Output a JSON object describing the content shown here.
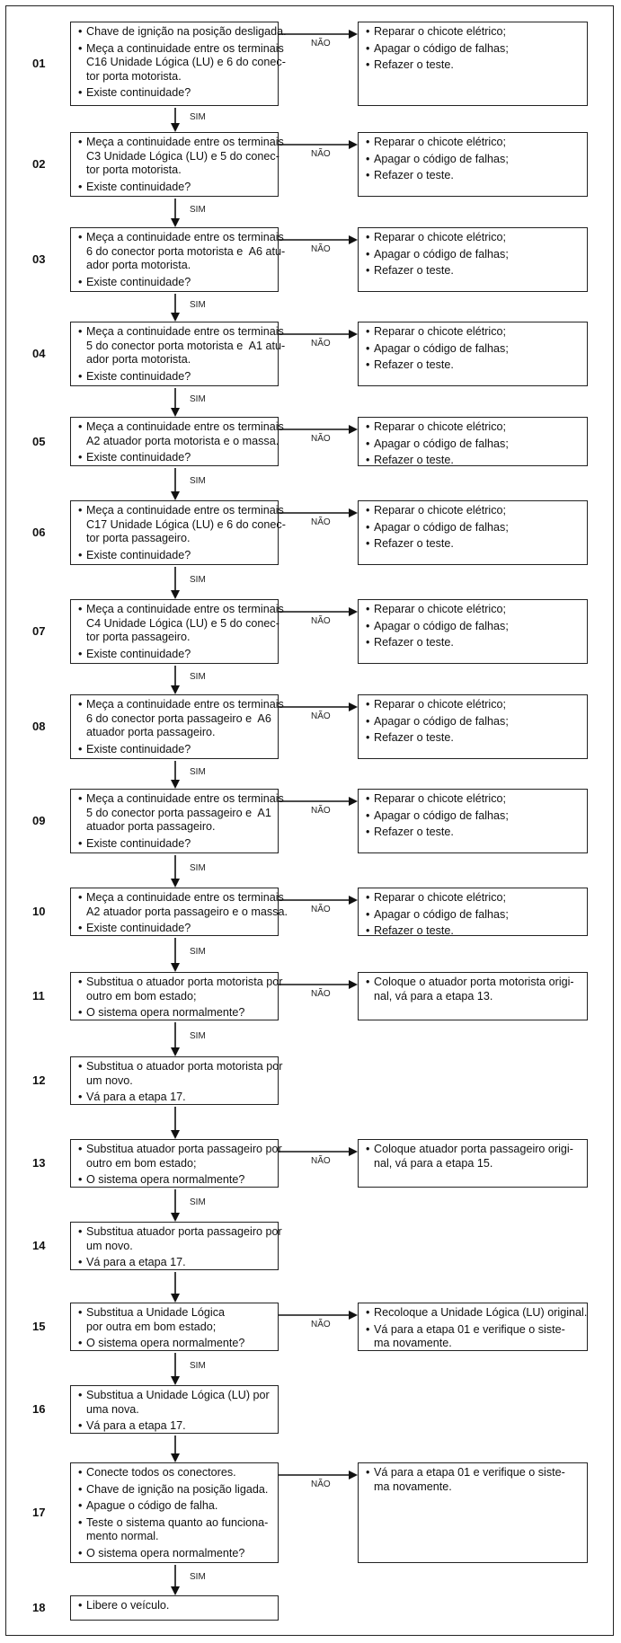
{
  "labels": {
    "yes": "SIM",
    "no": "NÃO"
  },
  "steps": [
    {
      "num": "01",
      "check": [
        "Chave de ignição na posição desligada.",
        "Meça a continuidade entre os terminais\nC16 Unidade Lógica (LU) e 6 do conec-\ntor porta motorista.",
        "Existe continuidade?"
      ],
      "fail": [
        "Reparar o chicote elétrico;",
        "Apagar o código de falhas;",
        "Refazer o teste."
      ]
    },
    {
      "num": "02",
      "check": [
        "Meça a continuidade entre os terminais\nC3 Unidade Lógica (LU) e 5 do conec-\ntor porta motorista.",
        "Existe continuidade?"
      ],
      "fail": [
        "Reparar o chicote elétrico;",
        "Apagar o código de falhas;",
        "Refazer o teste."
      ]
    },
    {
      "num": "03",
      "check": [
        "Meça a continuidade entre os terminais\n6 do conector porta motorista e  A6 atu-\nador porta motorista.",
        "Existe continuidade?"
      ],
      "fail": [
        "Reparar o chicote elétrico;",
        "Apagar o código de falhas;",
        "Refazer o teste."
      ]
    },
    {
      "num": "04",
      "check": [
        "Meça a continuidade entre os terminais\n5 do conector porta motorista e  A1 atu-\nador porta motorista.",
        "Existe continuidade?"
      ],
      "fail": [
        "Reparar o chicote elétrico;",
        "Apagar o código de falhas;",
        "Refazer o teste."
      ]
    },
    {
      "num": "05",
      "check": [
        "Meça a continuidade entre os terminais\nA2 atuador porta motorista e o massa.",
        "Existe continuidade?"
      ],
      "fail": [
        "Reparar o chicote elétrico;",
        "Apagar o código de falhas;",
        "Refazer o teste."
      ]
    },
    {
      "num": "06",
      "check": [
        "Meça a continuidade entre os terminais\nC17 Unidade Lógica (LU) e 6 do conec-\ntor porta passageiro.",
        "Existe continuidade?"
      ],
      "fail": [
        "Reparar o chicote elétrico;",
        "Apagar o código de falhas;",
        "Refazer o teste."
      ]
    },
    {
      "num": "07",
      "check": [
        "Meça a continuidade entre os terminais\nC4 Unidade Lógica (LU) e 5 do conec-\ntor porta passageiro.",
        "Existe continuidade?"
      ],
      "fail": [
        "Reparar o chicote elétrico;",
        "Apagar o código de falhas;",
        "Refazer o teste."
      ]
    },
    {
      "num": "08",
      "check": [
        "Meça a continuidade entre os terminais\n6 do conector porta passageiro e  A6\natuador porta passageiro.",
        "Existe continuidade?"
      ],
      "fail": [
        "Reparar o chicote elétrico;",
        "Apagar o código de falhas;",
        "Refazer o teste."
      ]
    },
    {
      "num": "09",
      "check": [
        "Meça a continuidade entre os terminais\n5 do conector porta passageiro e  A1\natuador porta passageiro.",
        "Existe continuidade?"
      ],
      "fail": [
        "Reparar o chicote elétrico;",
        "Apagar o código de falhas;",
        "Refazer o teste."
      ]
    },
    {
      "num": "10",
      "check": [
        "Meça a continuidade entre os terminais\nA2 atuador porta passageiro e o massa.",
        "Existe continuidade?"
      ],
      "fail": [
        "Reparar o chicote elétrico;",
        "Apagar o código de falhas;",
        "Refazer o teste."
      ]
    },
    {
      "num": "11",
      "check": [
        "Substitua o atuador porta motorista por\noutro em bom estado;",
        "O sistema opera normalmente?"
      ],
      "fail": [
        "Coloque o atuador porta motorista origi-\nnal, vá para a etapa 13."
      ]
    },
    {
      "num": "12",
      "check": [
        "Substitua o atuador porta motorista por\num novo.",
        "Vá para a etapa 17."
      ],
      "fail": []
    },
    {
      "num": "13",
      "check": [
        "Substitua atuador porta passageiro por\noutro em bom estado;",
        "O sistema opera normalmente?"
      ],
      "fail": [
        "Coloque atuador porta passageiro origi-\nnal, vá para a etapa 15."
      ]
    },
    {
      "num": "14",
      "check": [
        "Substitua atuador porta passageiro por\num novo.",
        "Vá para a etapa 17."
      ],
      "fail": []
    },
    {
      "num": "15",
      "check": [
        "Substitua a Unidade Lógica\npor outra em bom estado;",
        "O sistema opera normalmente?"
      ],
      "fail": [
        "Recoloque a Unidade Lógica (LU) original.",
        "Vá para a etapa 01 e verifique o siste-\nma novamente."
      ]
    },
    {
      "num": "16",
      "check": [
        "Substitua a Unidade Lógica (LU) por\numa nova.",
        "Vá para a etapa 17."
      ],
      "fail": []
    },
    {
      "num": "17",
      "check": [
        "Conecte todos os conectores.",
        "Chave de ignição na posição ligada.",
        "Apague o código de falha.",
        "Teste o sistema quanto ao funciona-\nmento normal.",
        "O sistema opera normalmente?"
      ],
      "fail": [
        "Vá para a etapa 01 e verifique o siste-\nma novamente."
      ]
    },
    {
      "num": "18",
      "check": [
        "Libere o veículo."
      ],
      "fail": []
    }
  ]
}
